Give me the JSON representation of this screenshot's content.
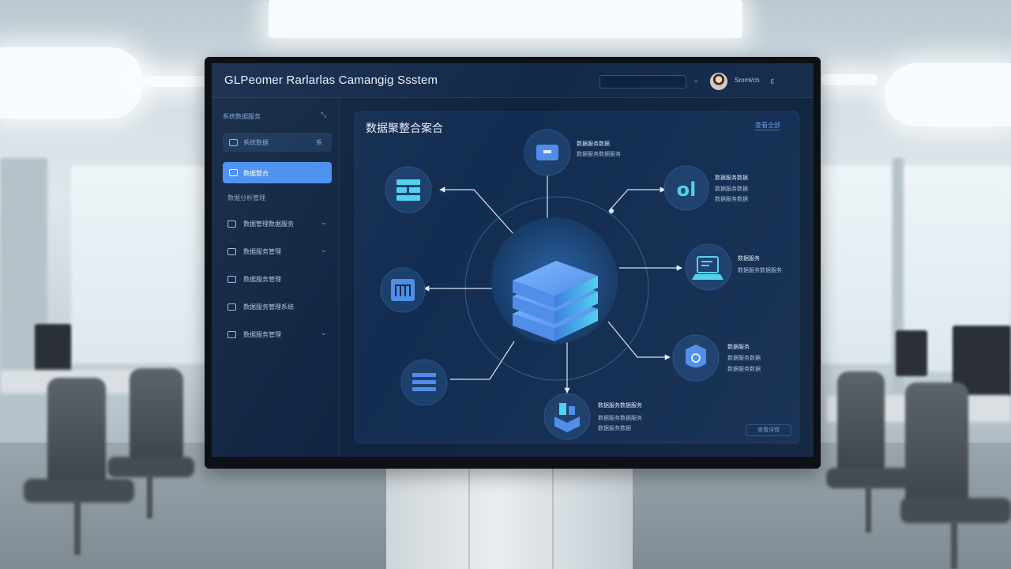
{
  "app": {
    "title": "GLPeomer Rarlarlas Camangig Ssstem",
    "search": {
      "text": ""
    },
    "user_name": "Sroml/ch",
    "header_extra": "ε"
  },
  "sidebar": {
    "heading": "系统数据服务",
    "filter_label": "系统数据",
    "filter_tag": "系",
    "active_item": "数据整合",
    "section_label": "数据分析管理",
    "items": [
      {
        "icon": "folder-icon",
        "label": "数据管理数据服务",
        "expandable": true
      },
      {
        "icon": "calendar-icon",
        "label": "数据服务管理",
        "expandable": true
      },
      {
        "icon": "chart-icon",
        "label": "数据服务管理",
        "expandable": false
      },
      {
        "icon": "list-icon",
        "label": "数据服务管理系统",
        "expandable": false
      },
      {
        "icon": "gear-icon",
        "label": "数据服务管理",
        "expandable": true
      }
    ]
  },
  "main": {
    "title": "数据聚整合案合",
    "link": "查看全部",
    "footer_button": "查看详情"
  },
  "diagram": {
    "hub": "database-stack-icon",
    "nodes": [
      {
        "id": "top",
        "icon": "document-icon",
        "label": "数据服务数据",
        "sub": "数据服务数据服务"
      },
      {
        "id": "top-left",
        "icon": "table-icon",
        "label": "",
        "sub": ""
      },
      {
        "id": "right-top",
        "icon": "connector-icon",
        "label": "数据服务数据",
        "sub": "数据服务数据",
        "sub2": "数据服务数据"
      },
      {
        "id": "right-mid",
        "icon": "monitor-icon",
        "label": "数据服务",
        "sub": "数据服务数据服务"
      },
      {
        "id": "left-mid",
        "icon": "grid-icon",
        "label": "",
        "sub": ""
      },
      {
        "id": "right-bottom",
        "icon": "shield-icon",
        "label": "数据服务",
        "sub": "数据服务数据",
        "sub2": "数据服务数据"
      },
      {
        "id": "bottom-left",
        "icon": "layers-icon",
        "label": "",
        "sub": ""
      },
      {
        "id": "bottom",
        "icon": "book-icon",
        "label": "数据服务数据服务",
        "sub": "数据服务数据服务",
        "sub2": "数据服务数据"
      }
    ]
  },
  "colors": {
    "screen_bg": "#10233f",
    "accent": "#4a8ff0",
    "node_bg": "#1d3f6c",
    "icon_cyan": "#4fd1ee"
  }
}
